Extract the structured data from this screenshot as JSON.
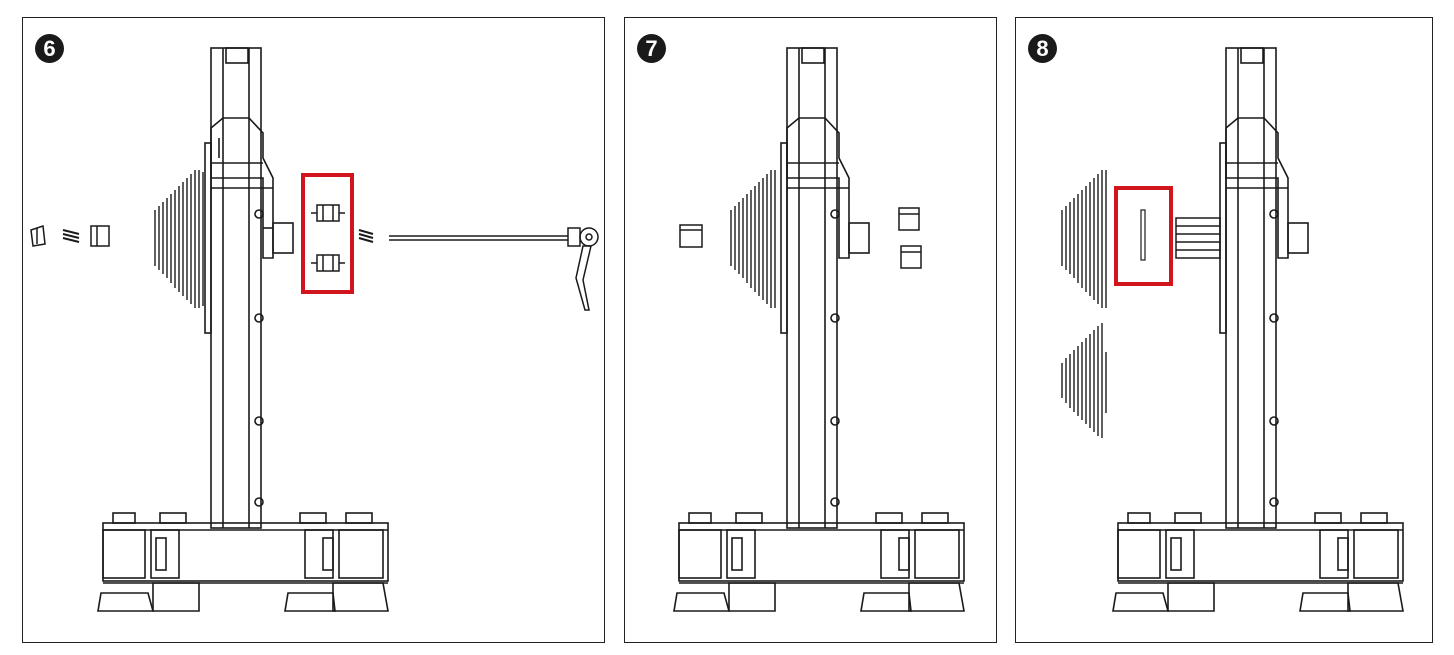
{
  "panels": [
    {
      "step": "6"
    },
    {
      "step": "7"
    },
    {
      "step": "8"
    }
  ],
  "colors": {
    "line": "#1a1a1a",
    "highlight": "#d0161c",
    "background": "#ffffff"
  },
  "icons": [
    "stand-illustration",
    "cassette-icon",
    "quick-release-skewer-icon",
    "adapter-icon",
    "lockring-icon",
    "freehub-icon"
  ]
}
